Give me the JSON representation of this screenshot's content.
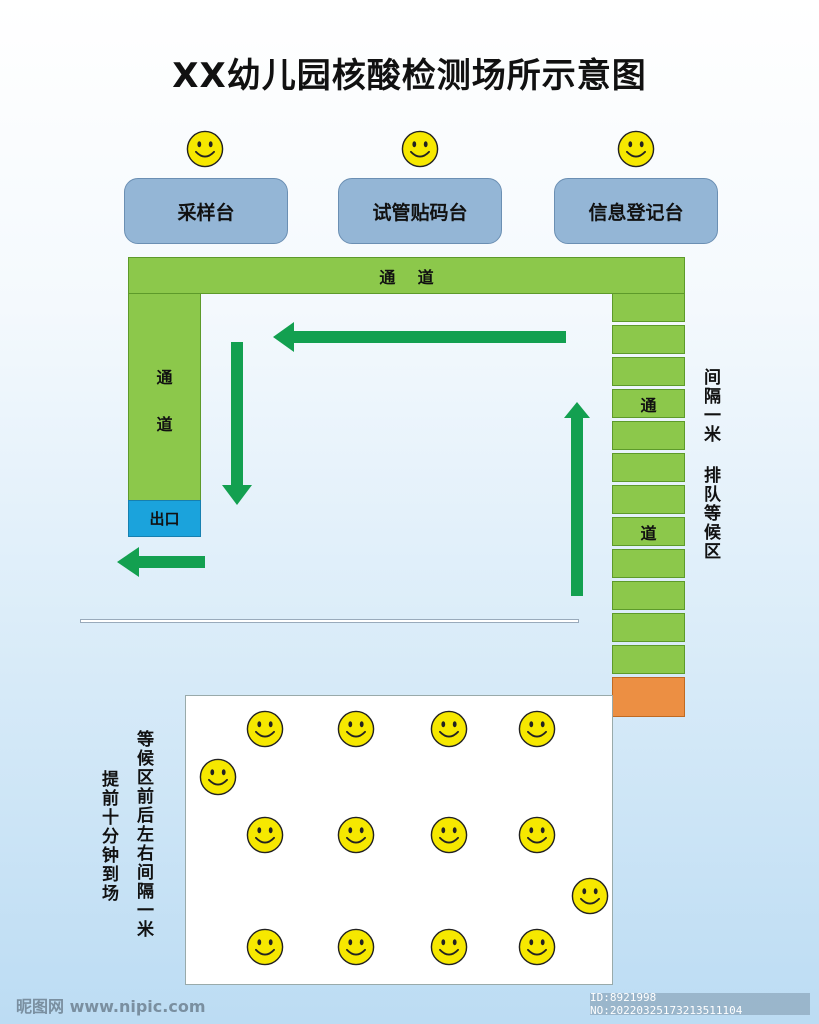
{
  "title": "XX幼儿园核酸检测场所示意图",
  "stations": [
    {
      "label": "采样台"
    },
    {
      "label": "试管贴码台"
    },
    {
      "label": "信息登记台"
    }
  ],
  "corridor": {
    "top_label": "通    道",
    "left_label_1": "通",
    "left_label_2": "道",
    "right_label_1": "通",
    "right_label_2": "道"
  },
  "exit_label": "出口",
  "queue_note": "间隔一米 排队等候区",
  "waiting_note_1": "等候区前后左右间隔一米",
  "waiting_note_2": "提前十分钟到场",
  "watermark": {
    "left": "昵图网 www.nipic.com",
    "right": "ID:8921998 NO:20220325173213511104"
  },
  "colors": {
    "corridor": "#8cc84b",
    "station": "#94b6d6",
    "exit": "#1ba3dc",
    "arrow": "#13a050",
    "smiley": "#f6e800",
    "queue_end": "#ec8f43"
  }
}
